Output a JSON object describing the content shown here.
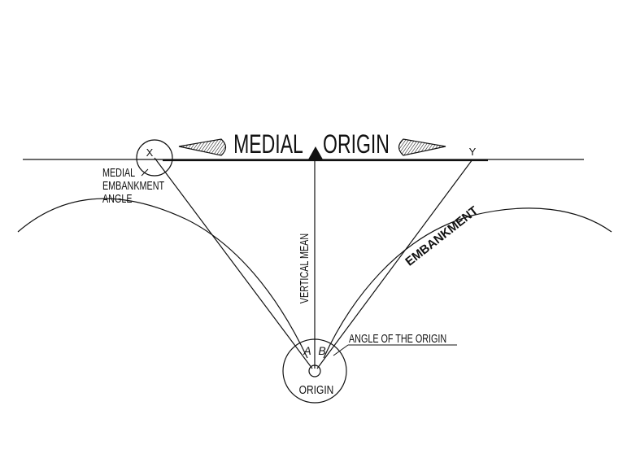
{
  "diagram": {
    "title_left": "MEDIAL",
    "title_right": "ORIGIN",
    "point_x": "X",
    "point_y": "Y",
    "medial_angle_line1": "MEDIAL",
    "medial_angle_line2": "EMBANKMENT",
    "medial_angle_line3": "ANGLE",
    "vertical_mean": "VERTICAL MEAN",
    "embankment": "EMBANKMENT",
    "angle_a": "A",
    "angle_b": "B",
    "angle_of_origin": "ANGLE OF THE ORIGIN",
    "origin": "ORIGIN"
  },
  "colors": {
    "ink": "#111111",
    "background": "#ffffff"
  }
}
